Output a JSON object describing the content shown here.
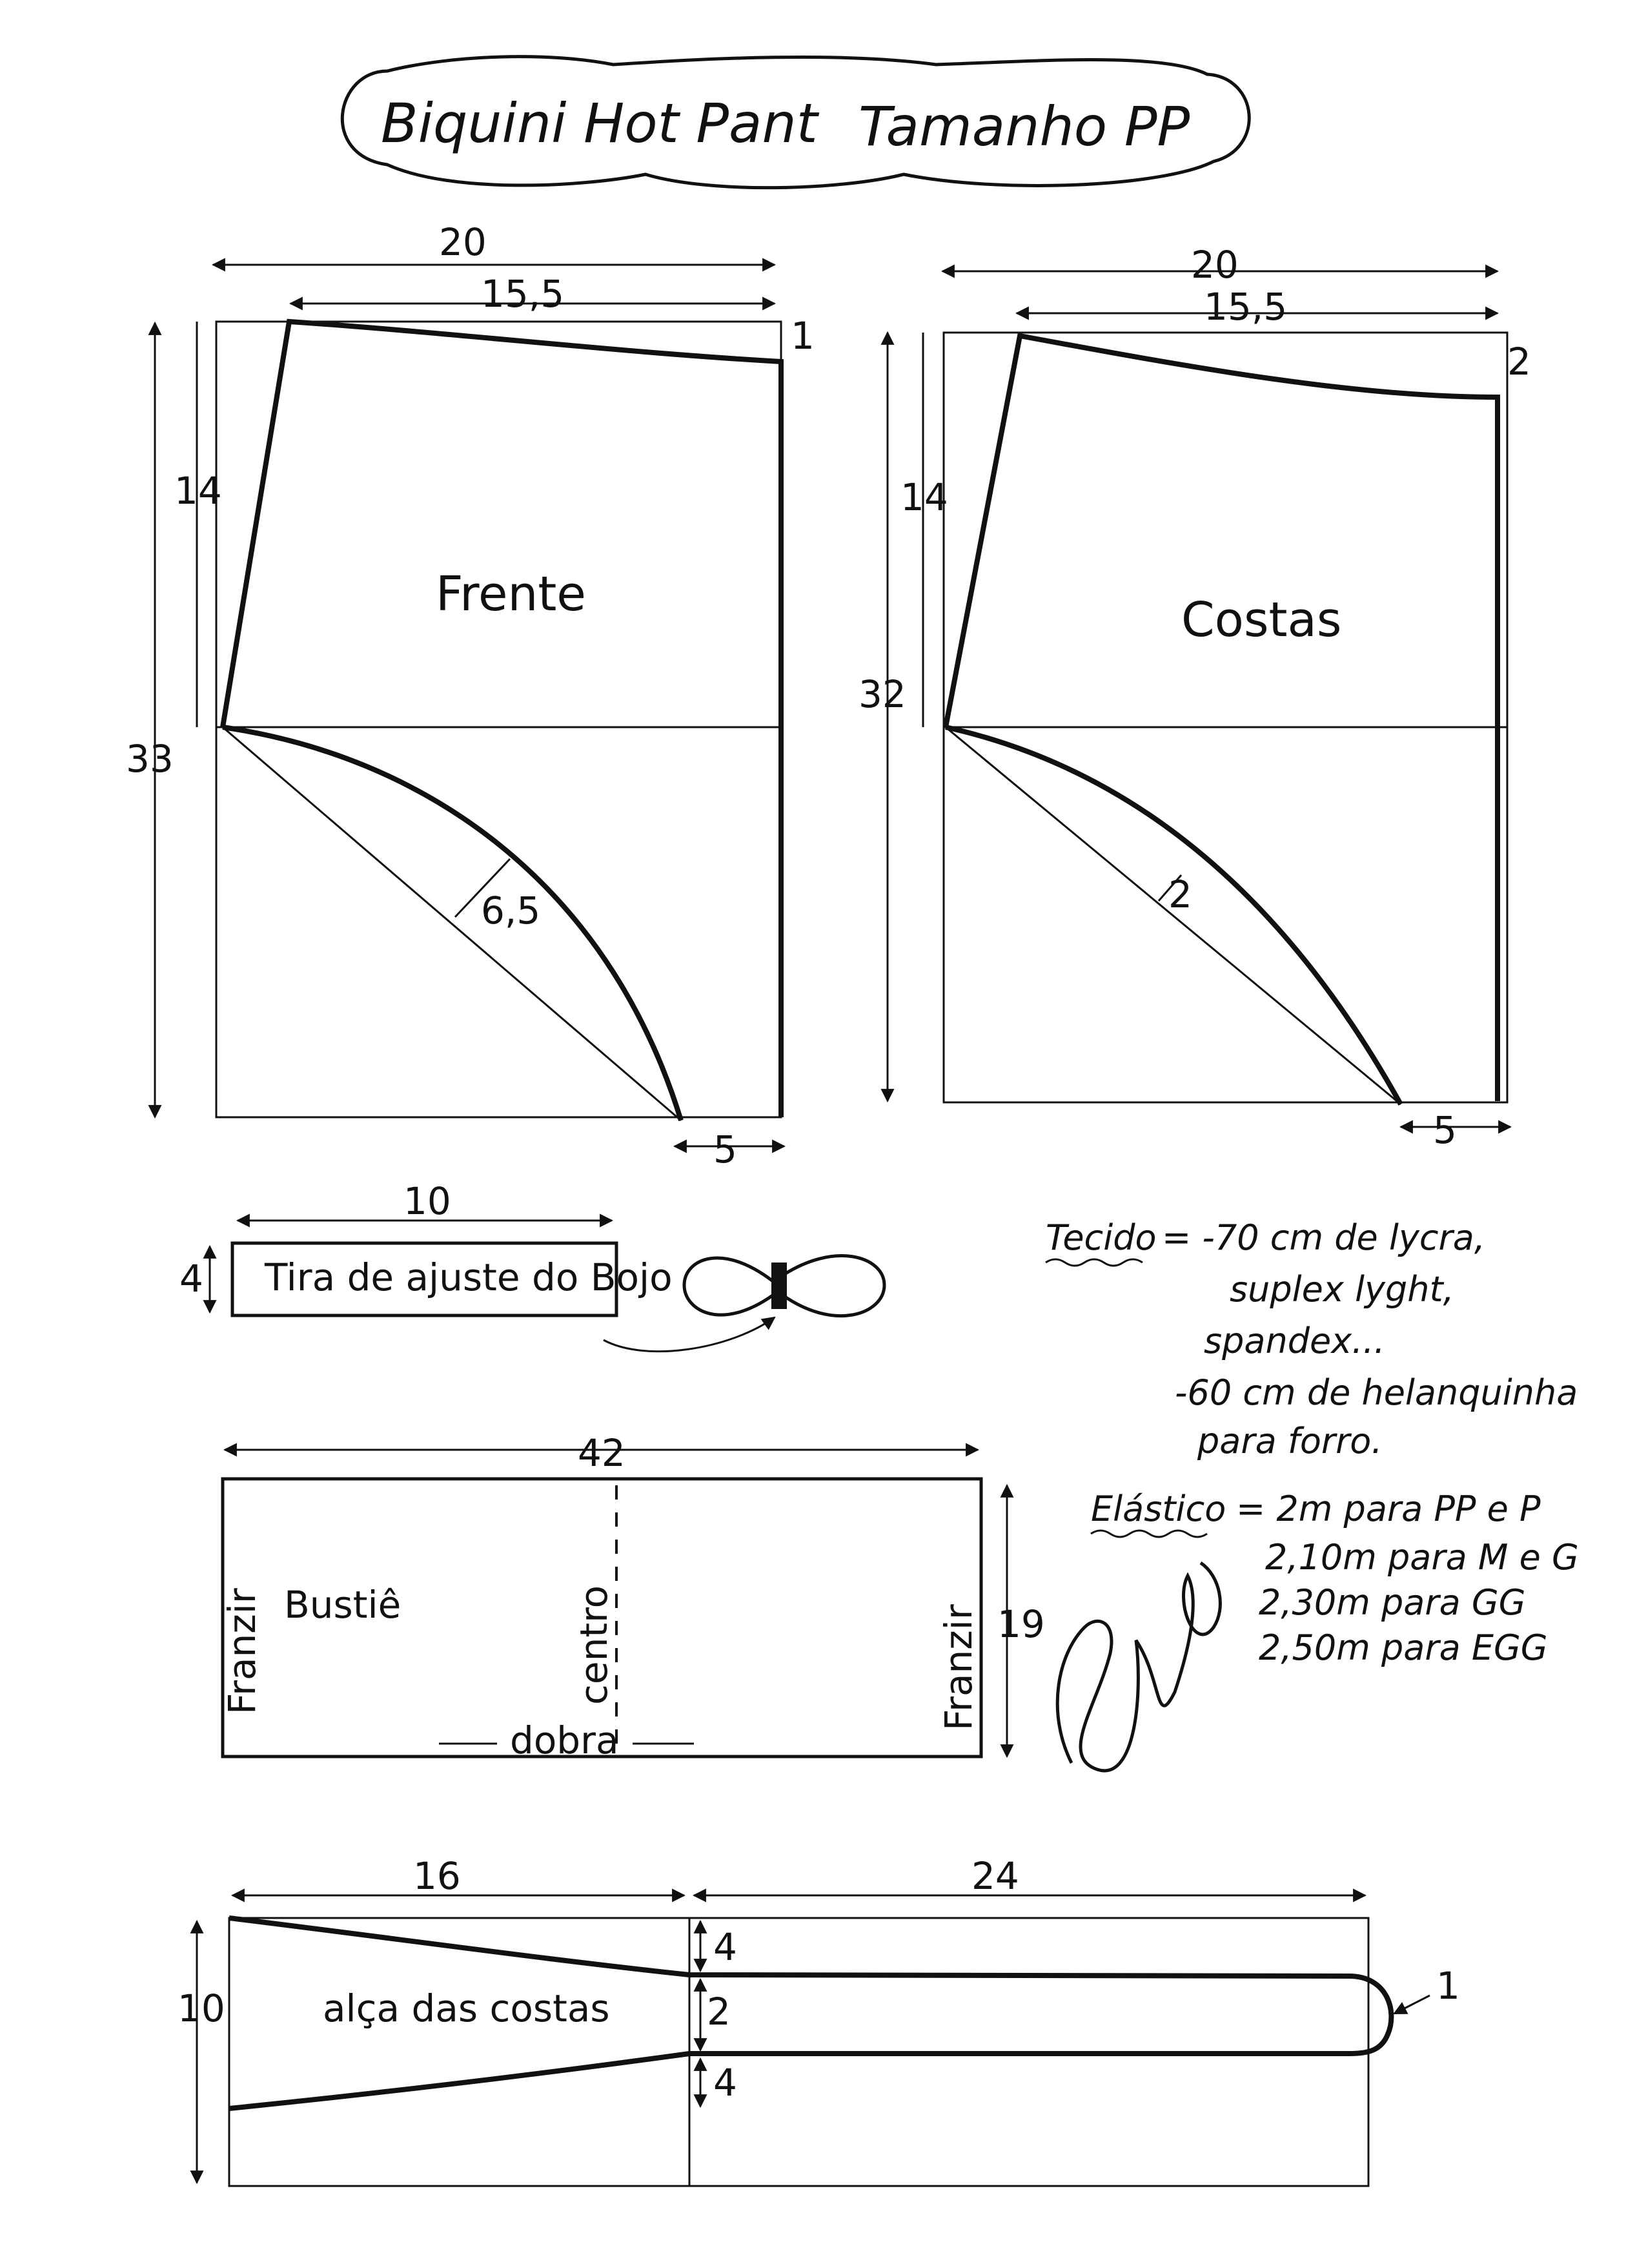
{
  "title": {
    "name": "Biquini Hot Pant",
    "size": "Tamanho PP"
  },
  "front_panel": {
    "label": "Frente",
    "width_total": "20",
    "width_top": "15,5",
    "waist_drop": "1",
    "height_upper": "14",
    "height_total": "33",
    "curve_depth": "6,5",
    "bottom_width": "5"
  },
  "back_panel": {
    "label": "Costas",
    "width_total": "20",
    "width_top": "15,5",
    "waist_drop": "2",
    "height_upper": "14",
    "height_total": "32",
    "curve_depth": "2",
    "bottom_width": "5"
  },
  "strip": {
    "label": "Tira de ajuste do Bojo",
    "width": "10",
    "height": "4"
  },
  "materials": {
    "fabric_heading": "Tecido",
    "fabric_lines": [
      "= -70 cm de lycra,",
      "suplex lyght,",
      "spandex...",
      "-60 cm de helanquinha",
      "para forro."
    ],
    "elastic_heading": "Elástico",
    "elastic_lines": [
      "= 2m para PP e P",
      "2,10m para M e G",
      "2,30m para GG",
      "2,50m para EGG"
    ]
  },
  "bustier": {
    "label": "Bustiê",
    "width": "42",
    "height": "19",
    "gather_left": "Franzir",
    "gather_right": "Franzir",
    "center": "centro",
    "fold": "dobra"
  },
  "back_strap": {
    "label": "alça das costas",
    "length_taper": "16",
    "length_rest": "24",
    "height_total": "10",
    "top_band": "4",
    "middle_band": "2",
    "bottom_band": "4",
    "end_curve": "1"
  }
}
